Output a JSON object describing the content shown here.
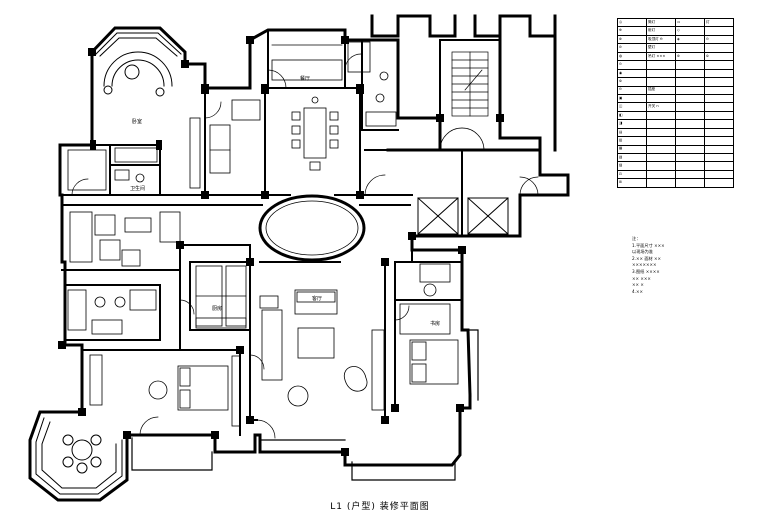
{
  "drawing": {
    "title": "L1 (户型) 装修平面图"
  },
  "room_labels": [
    "卧室",
    "客厅",
    "餐厅",
    "卫生间",
    "厨房",
    "书房"
  ],
  "legend": {
    "rows": [
      [
        "◎",
        "筒灯",
        "▭",
        "灯"
      ],
      [
        "⊕",
        "射灯",
        "◇",
        ""
      ],
      [
        "⊗",
        "吸顶灯 ⊖",
        "◈",
        "⊙"
      ],
      [
        "⊘",
        "壁灯",
        "",
        ""
      ],
      [
        "◍",
        "吊灯 ×××",
        "⊛",
        "⊜"
      ],
      [
        "⊙",
        "",
        "",
        ""
      ],
      [
        "◉",
        "",
        "",
        ""
      ],
      [
        "⊚",
        "",
        "",
        ""
      ],
      [
        "⊝",
        "插座",
        "",
        ""
      ],
      [
        "▣",
        "",
        "",
        ""
      ],
      [
        "◫",
        "开关 n",
        "",
        ""
      ],
      [
        "◧",
        "",
        "",
        ""
      ],
      [
        "◨",
        "",
        "",
        ""
      ],
      [
        "▤",
        "",
        "",
        ""
      ],
      [
        "▥",
        "",
        "",
        ""
      ],
      [
        "▦",
        "",
        "",
        ""
      ],
      [
        "▧",
        "",
        "",
        ""
      ],
      [
        "▨",
        "",
        "",
        ""
      ],
      [
        "⊡",
        "",
        "",
        ""
      ],
      [
        "⊞",
        "",
        "",
        ""
      ]
    ]
  },
  "notes": {
    "lines": [
      "注：",
      "1.平面尺寸 ×××",
      "  以现场为准",
      "2.×× 面材 ××",
      "  ×××××××",
      "3.图纸 ××××",
      "  ×× ×××",
      "  ×× ×",
      "4.××"
    ]
  }
}
